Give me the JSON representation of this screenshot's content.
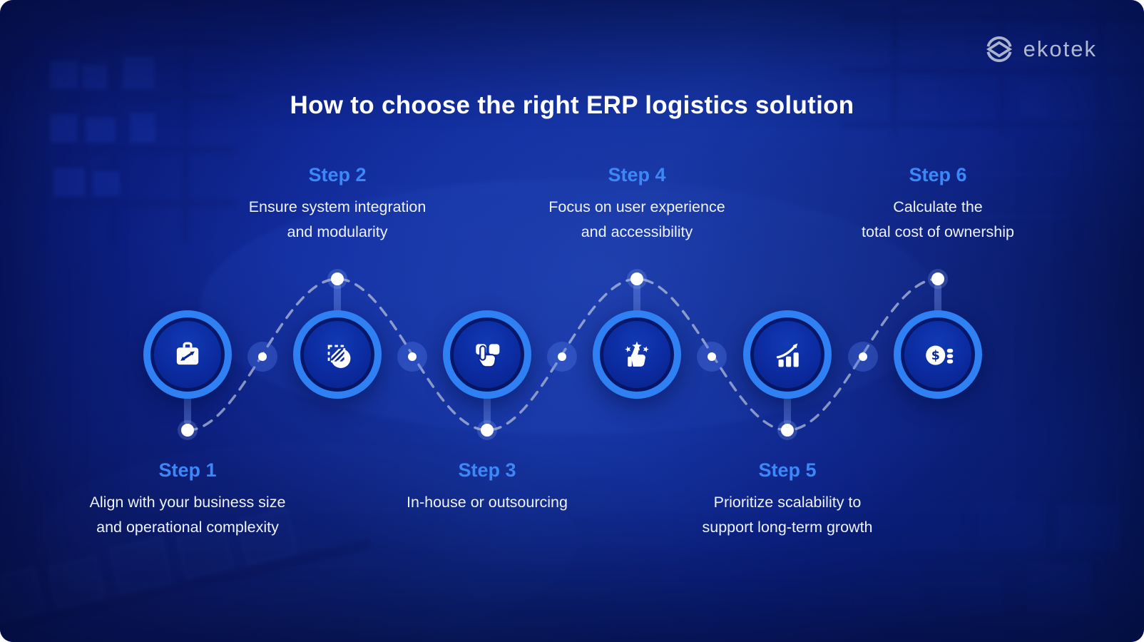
{
  "brand": {
    "name": "ekotek"
  },
  "title": "How to choose the right ERP logistics solution",
  "colors": {
    "background_blue": "#0d2492",
    "ring_blue": "#2e80f3",
    "circle_fill": "#0b2a9c",
    "step_label_blue": "#3d87f6",
    "title_white": "#ffffff",
    "description_white": "#eef2fb",
    "dash_line_gray": "#bcc7dd"
  },
  "steps": [
    {
      "label": "Step 1",
      "lines": [
        "Align with your business size",
        "and operational complexity"
      ],
      "icon": "briefcase-scale-icon",
      "text_position": "bottom"
    },
    {
      "label": "Step 2",
      "lines": [
        "Ensure system integration",
        "and modularity"
      ],
      "icon": "integration-modularity-icon",
      "text_position": "top"
    },
    {
      "label": "Step 3",
      "lines": [
        "In-house or outsourcing"
      ],
      "icon": "tap-choice-icon",
      "text_position": "bottom"
    },
    {
      "label": "Step 4",
      "lines": [
        "Focus on user experience",
        "and accessibility"
      ],
      "icon": "thumbs-up-stars-icon",
      "text_position": "top"
    },
    {
      "label": "Step 5",
      "lines": [
        "Prioritize scalability to",
        "support long-term growth"
      ],
      "icon": "growth-chart-icon",
      "text_position": "bottom"
    },
    {
      "label": "Step 6",
      "lines": [
        "Calculate the",
        "total cost of ownership"
      ],
      "icon": "money-coins-icon",
      "text_position": "top"
    }
  ]
}
